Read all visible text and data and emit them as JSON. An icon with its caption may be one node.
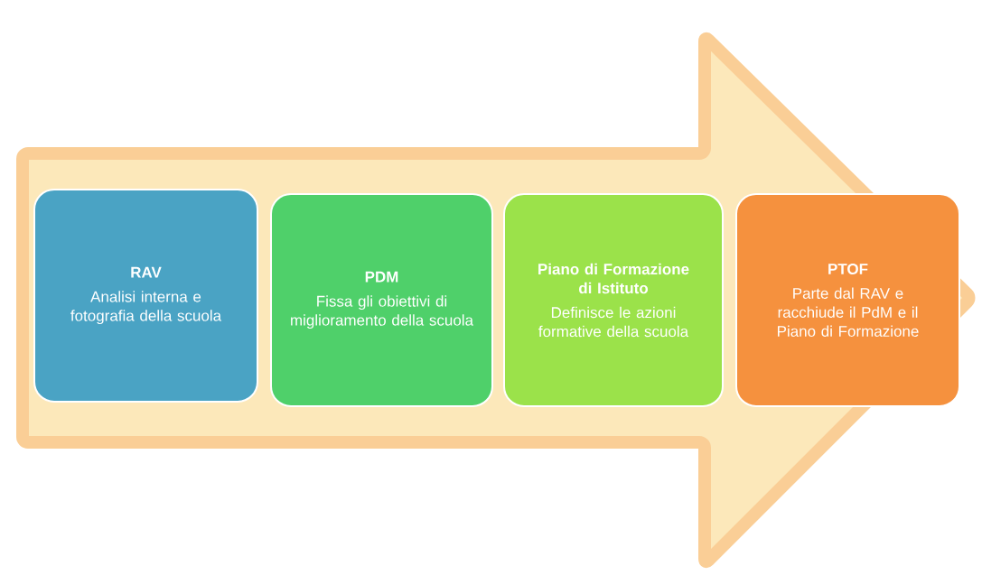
{
  "diagram": {
    "nodes": [
      {
        "text": [
          "RAV",
          "Analisi interna e fotografia della scuola"
        ]
      },
      {
        "text": [
          "PDM",
          "Fissa gli obiettivi di miglioramento della scuola"
        ]
      },
      {
        "text": [
          "Piano di Formazione di Istituto",
          "Definisce le azioni formative della scuola"
        ]
      },
      {
        "text": [
          "PTOF",
          "Parte dal RAV e racchiude il PdM e il Piano di Formazione"
        ]
      }
    ]
  }
}
